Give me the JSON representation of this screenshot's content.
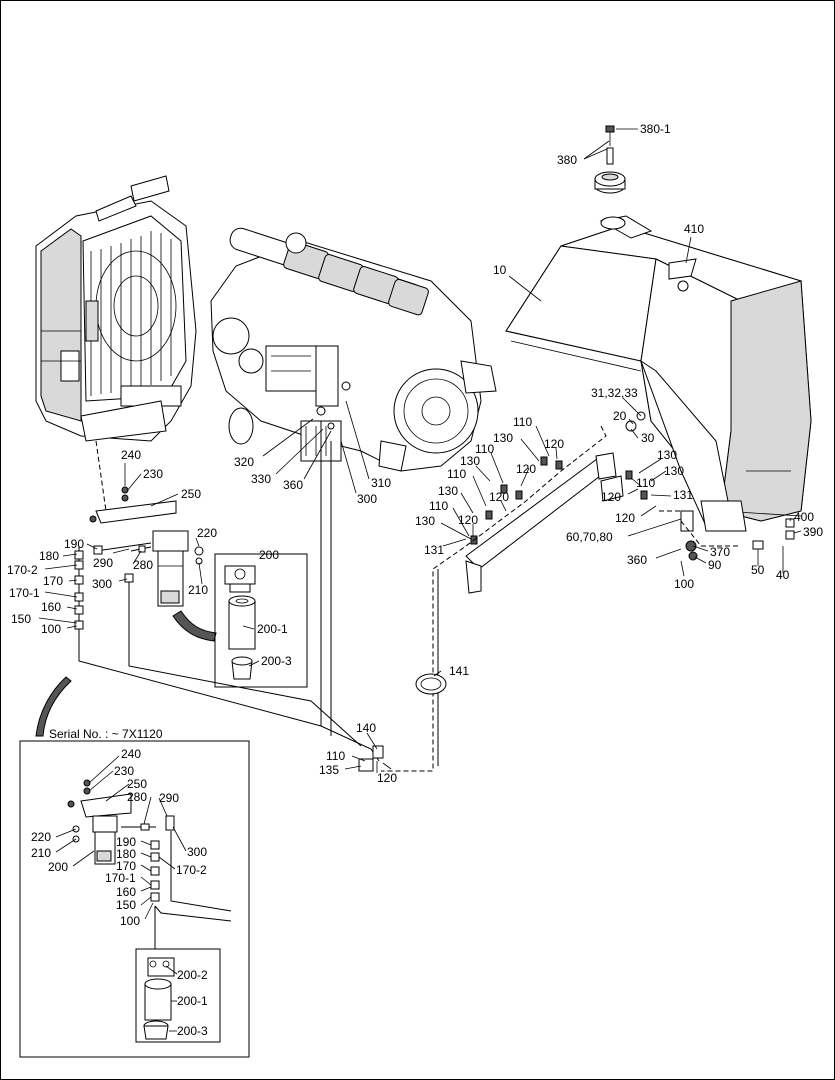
{
  "diagram": {
    "serial_caption": "Serial No. : ~ 7X1120",
    "callouts": [
      {
        "id": "c380_1",
        "text": "380-1"
      },
      {
        "id": "c380",
        "text": "380"
      },
      {
        "id": "c410",
        "text": "410"
      },
      {
        "id": "c10",
        "text": "10"
      },
      {
        "id": "c31",
        "text": "31,32,33"
      },
      {
        "id": "c20",
        "text": "20"
      },
      {
        "id": "c30",
        "text": "30"
      },
      {
        "id": "c110a",
        "text": "110"
      },
      {
        "id": "c130a",
        "text": "130"
      },
      {
        "id": "c120a",
        "text": "120"
      },
      {
        "id": "c110b",
        "text": "110"
      },
      {
        "id": "c120b",
        "text": "120"
      },
      {
        "id": "c130b",
        "text": "130"
      },
      {
        "id": "c110c",
        "text": "110"
      },
      {
        "id": "c130c",
        "text": "130"
      },
      {
        "id": "c120c",
        "text": "120"
      },
      {
        "id": "c110d",
        "text": "110"
      },
      {
        "id": "c130d",
        "text": "130"
      },
      {
        "id": "c120d",
        "text": "120"
      },
      {
        "id": "c131a",
        "text": "131"
      },
      {
        "id": "c130e",
        "text": "130"
      },
      {
        "id": "c130f",
        "text": "130"
      },
      {
        "id": "c110e",
        "text": "110"
      },
      {
        "id": "c120e",
        "text": "120"
      },
      {
        "id": "c131b",
        "text": "131"
      },
      {
        "id": "c120f",
        "text": "120"
      },
      {
        "id": "c60",
        "text": "60,70,80"
      },
      {
        "id": "c400",
        "text": "400"
      },
      {
        "id": "c390",
        "text": "390"
      },
      {
        "id": "c370",
        "text": "370"
      },
      {
        "id": "c360b",
        "text": "360"
      },
      {
        "id": "c90",
        "text": "90"
      },
      {
        "id": "c50",
        "text": "50"
      },
      {
        "id": "c40",
        "text": "40"
      },
      {
        "id": "c100c",
        "text": "100"
      },
      {
        "id": "c320",
        "text": "320"
      },
      {
        "id": "c330",
        "text": "330"
      },
      {
        "id": "c360a",
        "text": "360"
      },
      {
        "id": "c310",
        "text": "310"
      },
      {
        "id": "c300a",
        "text": "300"
      },
      {
        "id": "c240a",
        "text": "240"
      },
      {
        "id": "c230a",
        "text": "230"
      },
      {
        "id": "c250a",
        "text": "250"
      },
      {
        "id": "c220a",
        "text": "220"
      },
      {
        "id": "c190a",
        "text": "190"
      },
      {
        "id": "c180a",
        "text": "180"
      },
      {
        "id": "c170_2a",
        "text": "170-2"
      },
      {
        "id": "c170a",
        "text": "170"
      },
      {
        "id": "c170_1a",
        "text": "170-1"
      },
      {
        "id": "c160a",
        "text": "160"
      },
      {
        "id": "c150a",
        "text": "150"
      },
      {
        "id": "c100a",
        "text": "100"
      },
      {
        "id": "c290a",
        "text": "290"
      },
      {
        "id": "c280a",
        "text": "280"
      },
      {
        "id": "c300b",
        "text": "300"
      },
      {
        "id": "c210a",
        "text": "210"
      },
      {
        "id": "c200a",
        "text": "200"
      },
      {
        "id": "c200_1a",
        "text": "200-1"
      },
      {
        "id": "c200_3a",
        "text": "200-3"
      },
      {
        "id": "c141",
        "text": "141"
      },
      {
        "id": "c140",
        "text": "140"
      },
      {
        "id": "c110f",
        "text": "110"
      },
      {
        "id": "c135",
        "text": "135"
      },
      {
        "id": "c120g",
        "text": "120"
      },
      {
        "id": "c240b",
        "text": "240"
      },
      {
        "id": "c230b",
        "text": "230"
      },
      {
        "id": "c250b",
        "text": "250"
      },
      {
        "id": "c280b",
        "text": "280"
      },
      {
        "id": "c290b",
        "text": "290"
      },
      {
        "id": "c220b",
        "text": "220"
      },
      {
        "id": "c210b",
        "text": "210"
      },
      {
        "id": "c200b",
        "text": "200"
      },
      {
        "id": "c190b",
        "text": "190"
      },
      {
        "id": "c180b",
        "text": "180"
      },
      {
        "id": "c300c",
        "text": "300"
      },
      {
        "id": "c170b",
        "text": "170"
      },
      {
        "id": "c170_2b",
        "text": "170-2"
      },
      {
        "id": "c170_1b",
        "text": "170-1"
      },
      {
        "id": "c160b",
        "text": "160"
      },
      {
        "id": "c150b",
        "text": "150"
      },
      {
        "id": "c100b",
        "text": "100"
      },
      {
        "id": "c200_2b",
        "text": "200-2"
      },
      {
        "id": "c200_1b",
        "text": "200-1"
      },
      {
        "id": "c200_3b",
        "text": "200-3"
      }
    ]
  }
}
